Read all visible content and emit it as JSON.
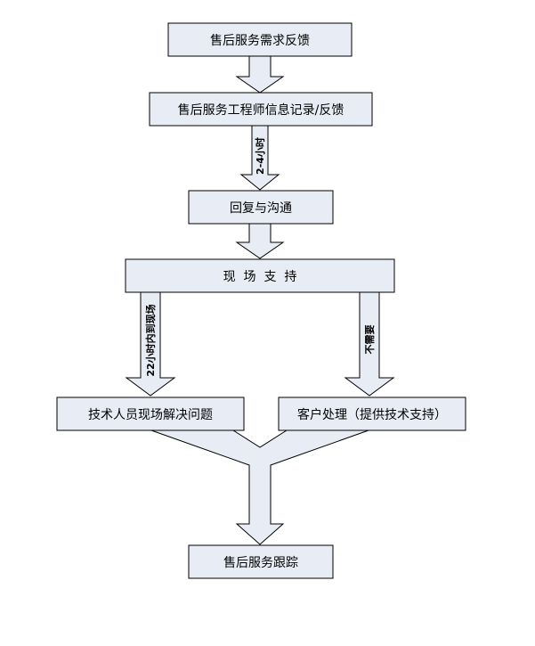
{
  "colors": {
    "box_fill": "#e8edf5",
    "arrow_fill": "#e8edf5",
    "stroke": "#000000",
    "background": "#ffffff"
  },
  "boxes": {
    "request_feedback": "售后服务需求反馈",
    "engineer_record": "售后服务工程师信息记录/反馈",
    "reply_communicate": "回复与沟通",
    "onsite_support": "现  场  支  持",
    "tech_staff_onsite": "技术人员现场解决问题",
    "customer_handle": "客户处理（提供技术支持）",
    "after_sales_tracking": "售后服务跟踪"
  },
  "arrow_labels": {
    "within_2_4_hours": "2-4小时",
    "arrive_within_22_hours": "22小时内到现场",
    "not_needed": "不需要"
  }
}
